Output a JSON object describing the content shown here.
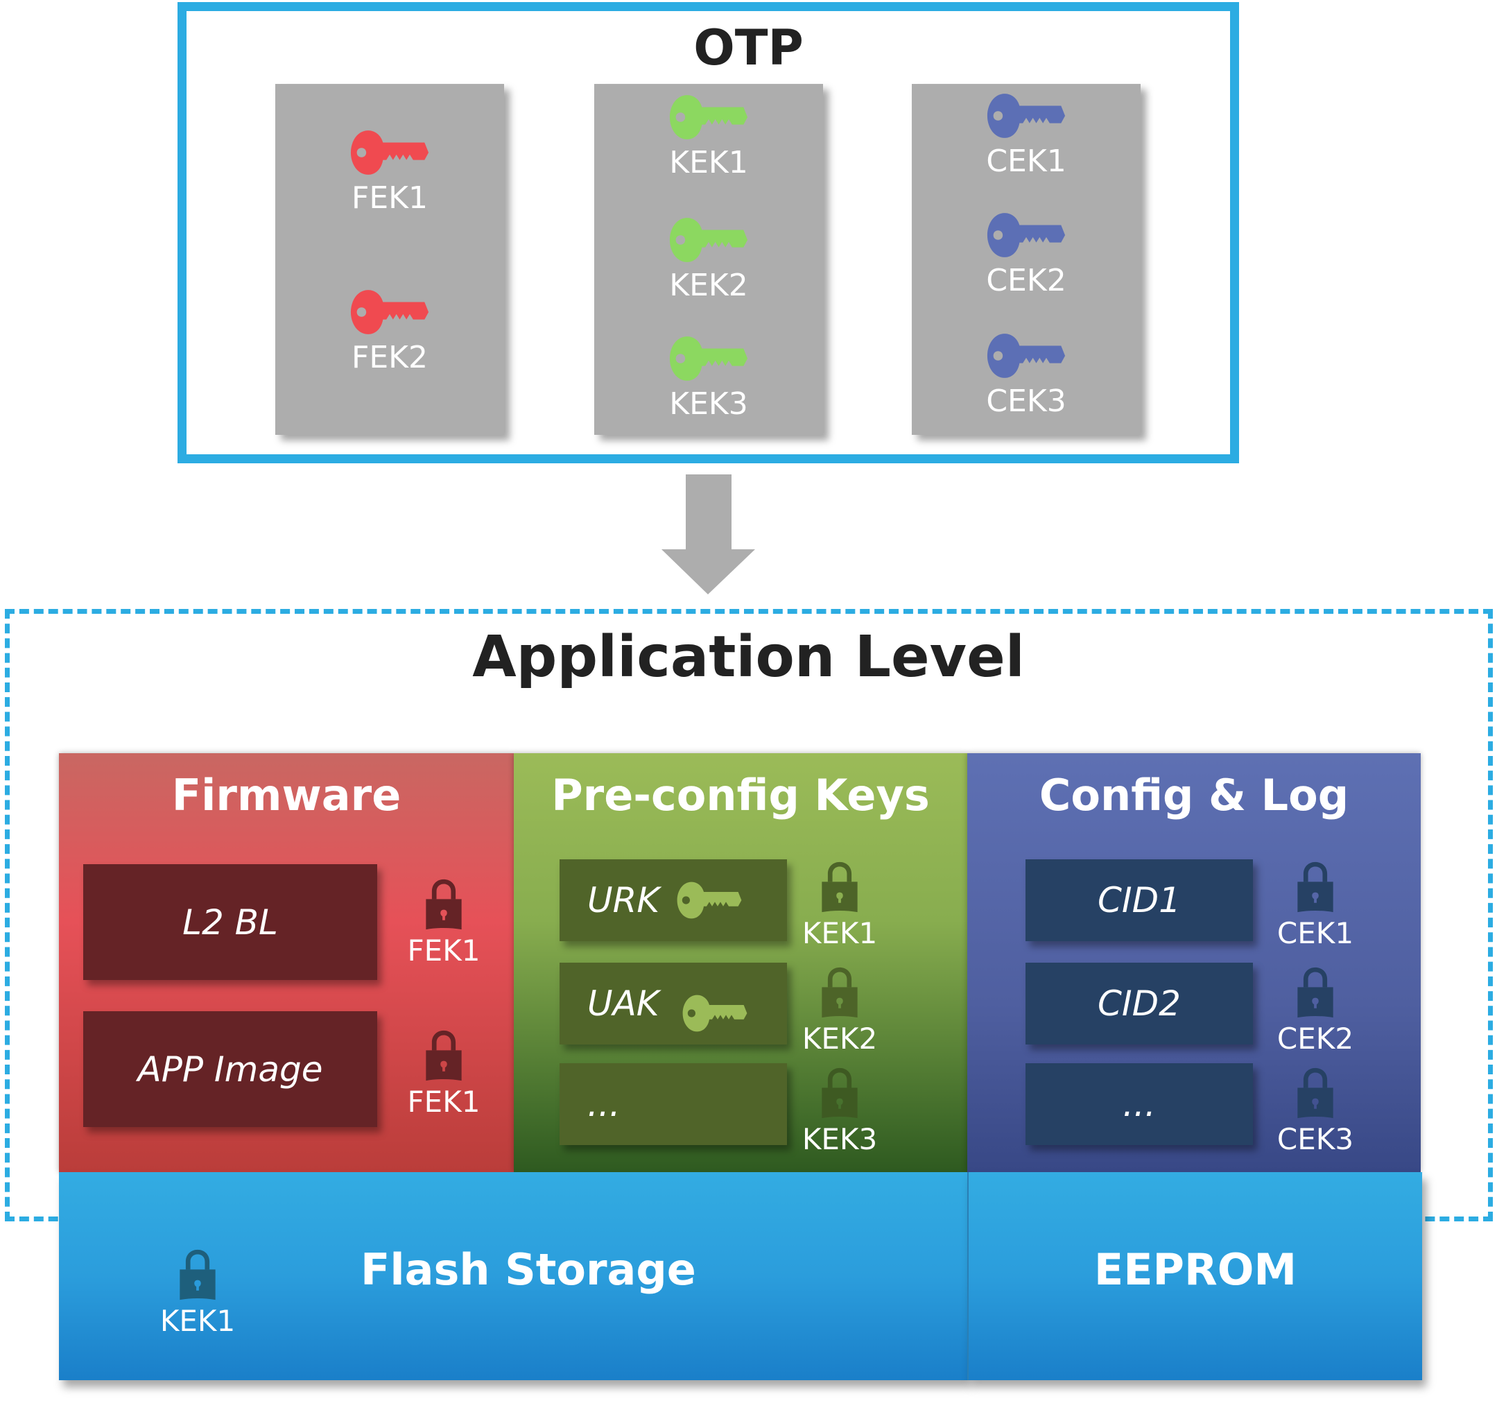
{
  "otp": {
    "title": "OTP",
    "columns": [
      {
        "color": "#f04a50",
        "keys": [
          "FEK1",
          "FEK2"
        ]
      },
      {
        "color": "#8cd860",
        "keys": [
          "KEK1",
          "KEK2",
          "KEK3"
        ]
      },
      {
        "color": "#5c6fb5",
        "keys": [
          "CEK1",
          "CEK2",
          "CEK3"
        ]
      }
    ]
  },
  "app": {
    "title": "Application Level",
    "panels": [
      {
        "title": "Firmware",
        "items": [
          {
            "label": "L2 BL",
            "lock_label": "FEK1"
          },
          {
            "label": "APP Image",
            "lock_label": "FEK1"
          }
        ]
      },
      {
        "title": "Pre-config Keys",
        "items": [
          {
            "label": "URK",
            "lock_label": "KEK1"
          },
          {
            "label": "UAK",
            "lock_label": "KEK2"
          },
          {
            "label": "...",
            "lock_label": "KEK3"
          }
        ]
      },
      {
        "title": "Config & Log",
        "items": [
          {
            "label": "CID1",
            "lock_label": "CEK1"
          },
          {
            "label": "CID2",
            "lock_label": "CEK2"
          },
          {
            "label": "...",
            "lock_label": "CEK3"
          }
        ]
      }
    ]
  },
  "storage": {
    "flash": {
      "title": "Flash Storage",
      "lock_label": "KEK1"
    },
    "eeprom": {
      "title": "EEPROM"
    }
  },
  "colors": {
    "otp_border": "#2cace2",
    "fek_key": "#f04a50",
    "kek_key": "#8cd860",
    "cek_key": "#5c6fb5",
    "firmware_item": "#652326",
    "preconfig_item": "#506429",
    "config_item": "#264164"
  }
}
